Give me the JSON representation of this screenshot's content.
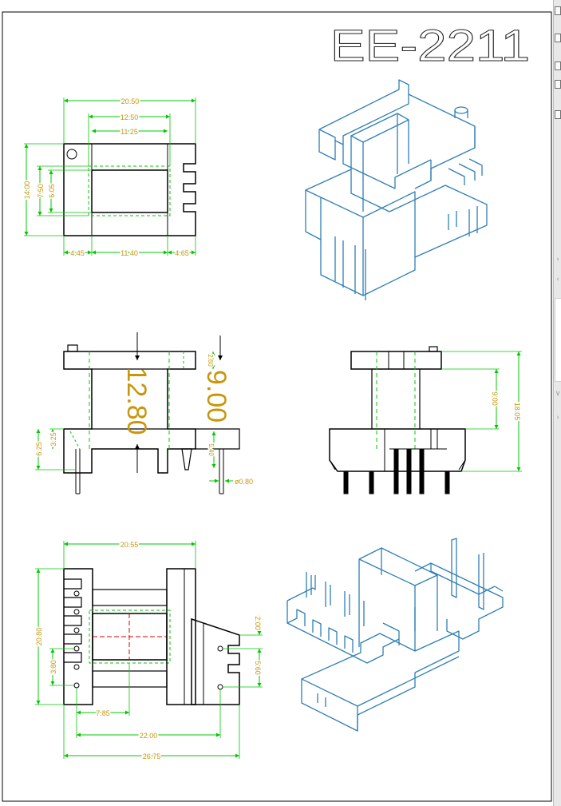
{
  "title": "EE-2211",
  "colors": {
    "outline": "#000000",
    "iso": "#2f7fb4",
    "dim_line": "#00c800",
    "dim_text": "#c8960a",
    "hidden": "#00c800",
    "center_mark": "#e00000",
    "frame": "#000000",
    "sidebar": "#e8e8e8"
  },
  "icons": [
    "folder-icon",
    "document-icon",
    "document-icon",
    "document-icon",
    "document-icon"
  ],
  "top_view": {
    "dims": {
      "overall_width": "20.50",
      "outer_core": "12.50",
      "inner_core": "11.25",
      "height": "14.00",
      "window_height": "7.50",
      "core_height": "6.05",
      "left_flange": "4.45",
      "middle": "11.40",
      "right_flange": "4.65"
    }
  },
  "front_view": {
    "big_dims": {
      "bobbin_length": "12.80",
      "core_height": "9.00"
    },
    "dims": {
      "flange_thickness": "2.60",
      "base_step": "3.25",
      "base_height": "6.25",
      "pin_length": "5.40",
      "pin_diameter": "ø0.80"
    }
  },
  "side_view": {
    "dims": {
      "core_height": "9.00",
      "total_height": "18.05"
    }
  },
  "bottom_view": {
    "dims": {
      "overall_width": "20.55",
      "overall_height": "20.80",
      "pin_pitch": "3.80",
      "inner_width": "7.85",
      "pin_span": "22.00",
      "total_width": "26.75",
      "slot_width": "2.00",
      "slot_pitch": "5.60"
    }
  }
}
